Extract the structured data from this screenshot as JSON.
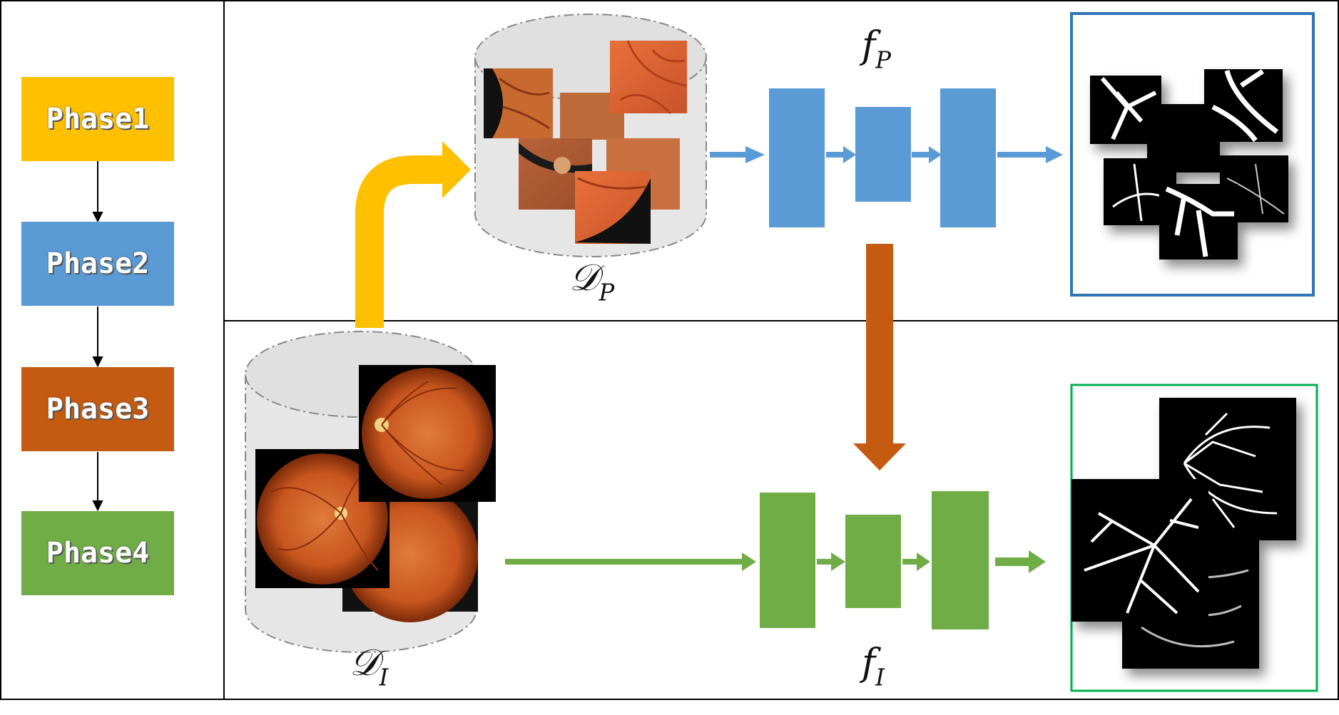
{
  "phases": [
    {
      "label": "Phase1",
      "color": "#FFC000"
    },
    {
      "label": "Phase2",
      "color": "#5B9BD5"
    },
    {
      "label": "Phase3",
      "color": "#C55A11"
    },
    {
      "label": "Phase4",
      "color": "#70AD47"
    }
  ],
  "labels": {
    "dp_main": "𝒟",
    "dp_sub": "P",
    "di_main": "𝒟",
    "di_sub": "I",
    "fp_main": "f",
    "fp_sub": "P",
    "fi_main": "f",
    "fi_sub": "I"
  },
  "colors": {
    "phase1": "#FFC000",
    "phase2": "#5B9BD5",
    "phase3": "#C55A11",
    "phase4": "#70AD47",
    "patch_output_border": "#2E75B6",
    "image_output_border": "#00B050",
    "fundus": "#D2691E",
    "vessel_bg": "#000000"
  }
}
